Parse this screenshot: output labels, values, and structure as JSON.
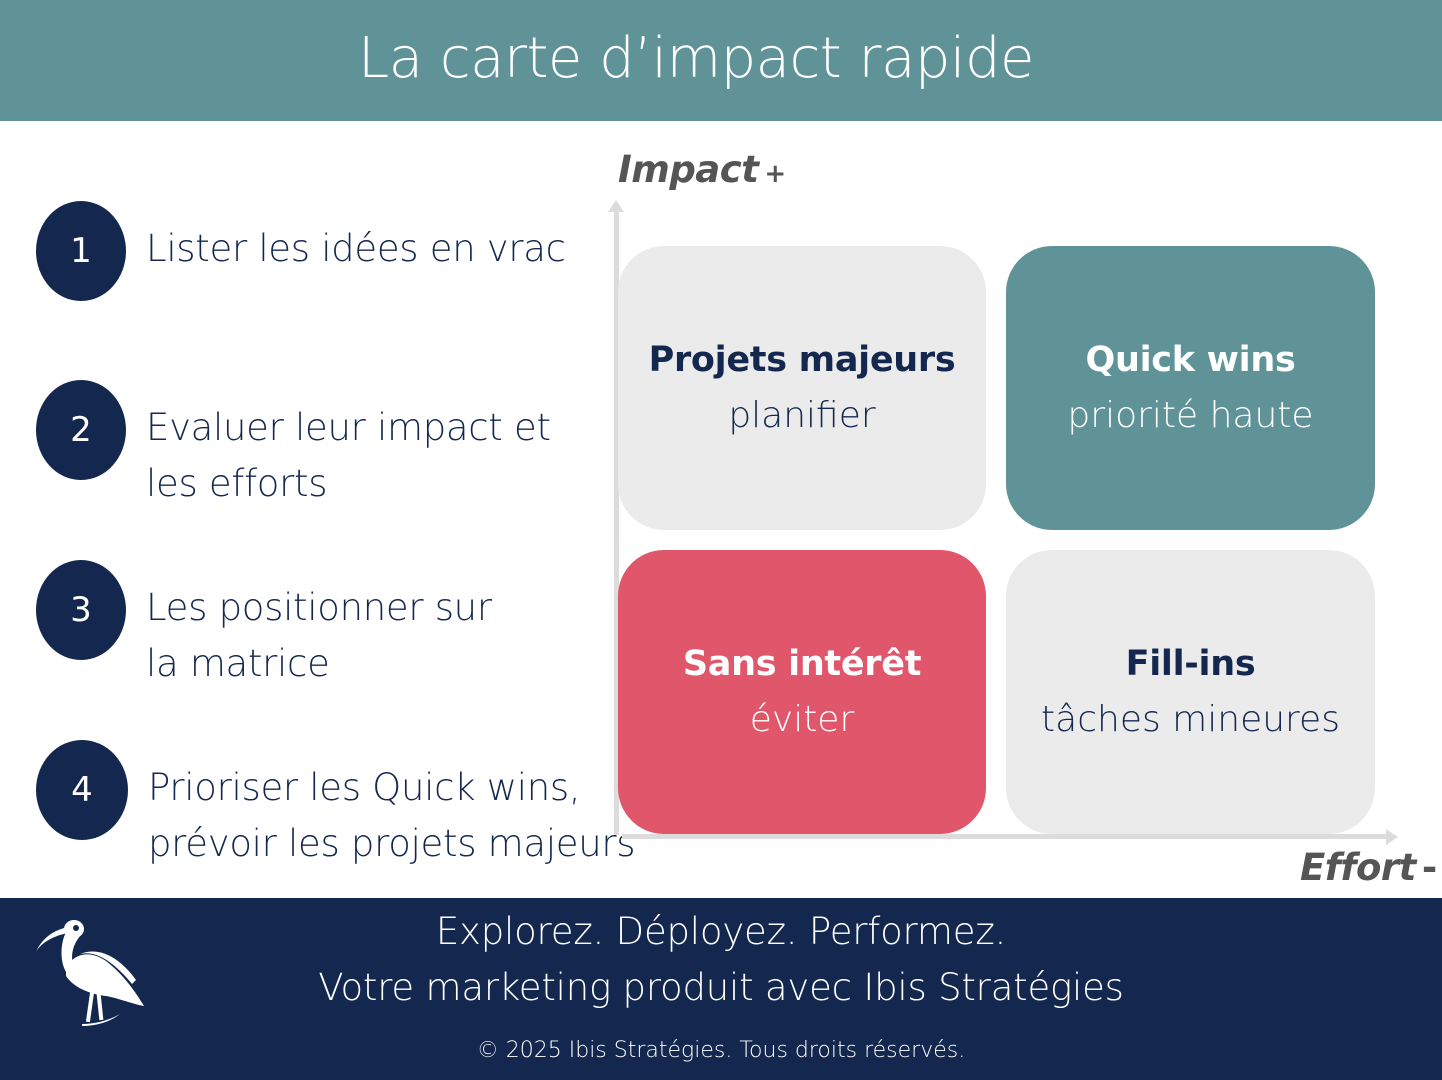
{
  "header": {
    "title": "La carte d’impact rapide"
  },
  "steps": [
    {
      "number": "1",
      "lines": [
        "Lister les idées en vrac"
      ]
    },
    {
      "number": "2",
      "lines": [
        "Evaluer leur impact et",
        "les efforts"
      ]
    },
    {
      "number": "3",
      "lines": [
        "Les positionner sur",
        "la matrice"
      ]
    },
    {
      "number": "4",
      "lines": [
        "Prioriser les Quick wins,",
        "prévoir les projets majeurs"
      ]
    }
  ],
  "axes": {
    "y": {
      "label": "Impact",
      "sign": "+"
    },
    "x": {
      "label": "Effort",
      "sign": "-"
    }
  },
  "quadrants": {
    "top_left": {
      "title": "Projets majeurs",
      "subtitle": "planifier",
      "color": "#ebebeb"
    },
    "top_right": {
      "title": "Quick wins",
      "subtitle": "priorité haute",
      "color": "#5f9398"
    },
    "bottom_left": {
      "title": "Sans intérêt",
      "subtitle": "éviter",
      "color": "#e0576b"
    },
    "bottom_right": {
      "title": "Fill-ins",
      "subtitle": "tâches mineures",
      "color": "#ebebeb"
    }
  },
  "footer": {
    "tagline": "Explorez. Déployez. Performez.",
    "subline": "Votre marketing produit avec Ibis Stratégies",
    "copyright": "© 2025 Ibis Stratégies. Tous droits réservés.",
    "logo_icon": "ibis-bird-icon"
  },
  "colors": {
    "teal": "#5f9398",
    "navy": "#14284f",
    "red": "#e0576b",
    "gray": "#ebebeb",
    "axis": "#dcdcdc"
  }
}
